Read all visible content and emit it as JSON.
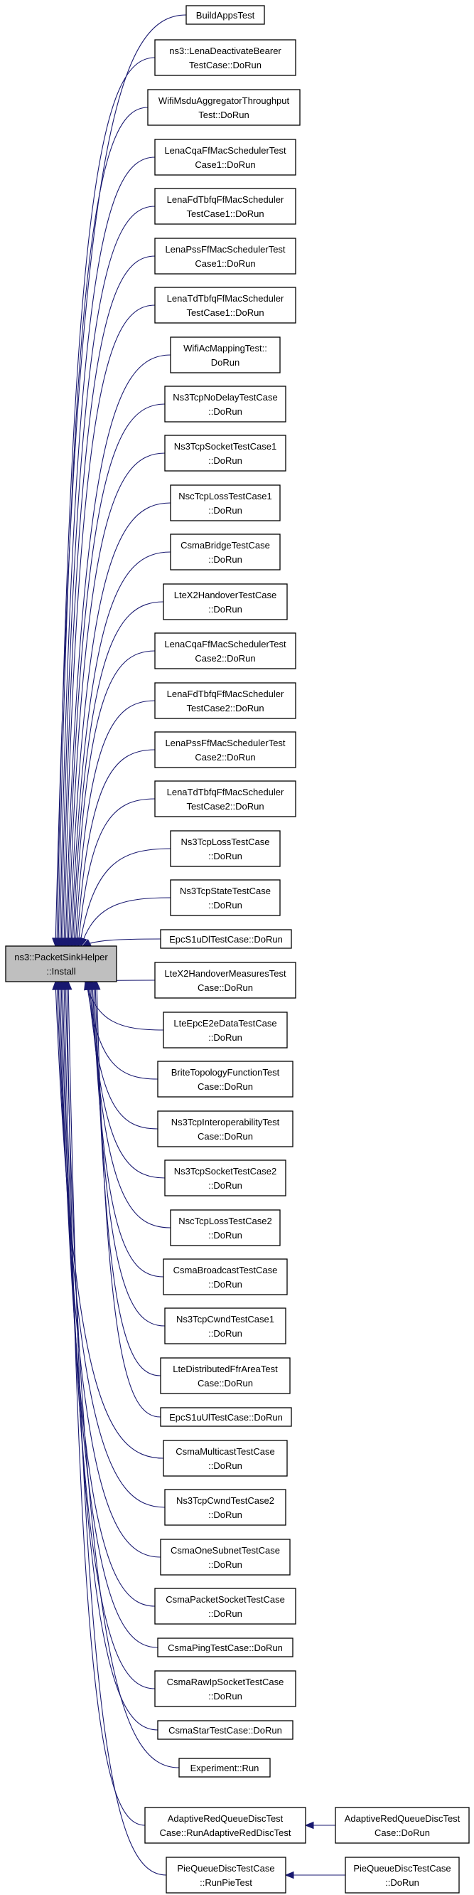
{
  "diagram": {
    "root": {
      "id": "root",
      "lines": [
        "ns3::PacketSinkHelper",
        "::Install"
      ]
    },
    "callers": [
      {
        "id": "n1",
        "lines": [
          "BuildAppsTest"
        ]
      },
      {
        "id": "n2",
        "lines": [
          "ns3::LenaDeactivateBearer",
          "TestCase::DoRun"
        ]
      },
      {
        "id": "n3",
        "lines": [
          "WifiMsduAggregatorThroughput",
          "Test::DoRun"
        ]
      },
      {
        "id": "n4",
        "lines": [
          "LenaCqaFfMacSchedulerTest",
          "Case1::DoRun"
        ]
      },
      {
        "id": "n5",
        "lines": [
          "LenaFdTbfqFfMacScheduler",
          "TestCase1::DoRun"
        ]
      },
      {
        "id": "n6",
        "lines": [
          "LenaPssFfMacSchedulerTest",
          "Case1::DoRun"
        ]
      },
      {
        "id": "n7",
        "lines": [
          "LenaTdTbfqFfMacScheduler",
          "TestCase1::DoRun"
        ]
      },
      {
        "id": "n8",
        "lines": [
          "WifiAcMappingTest::",
          "DoRun"
        ]
      },
      {
        "id": "n9",
        "lines": [
          "Ns3TcpNoDelayTestCase",
          "::DoRun"
        ]
      },
      {
        "id": "n10",
        "lines": [
          "Ns3TcpSocketTestCase1",
          "::DoRun"
        ]
      },
      {
        "id": "n11",
        "lines": [
          "NscTcpLossTestCase1",
          "::DoRun"
        ]
      },
      {
        "id": "n12",
        "lines": [
          "CsmaBridgeTestCase",
          "::DoRun"
        ]
      },
      {
        "id": "n13",
        "lines": [
          "LteX2HandoverTestCase",
          "::DoRun"
        ]
      },
      {
        "id": "n14",
        "lines": [
          "LenaCqaFfMacSchedulerTest",
          "Case2::DoRun"
        ]
      },
      {
        "id": "n15",
        "lines": [
          "LenaFdTbfqFfMacScheduler",
          "TestCase2::DoRun"
        ]
      },
      {
        "id": "n16",
        "lines": [
          "LenaPssFfMacSchedulerTest",
          "Case2::DoRun"
        ]
      },
      {
        "id": "n17",
        "lines": [
          "LenaTdTbfqFfMacScheduler",
          "TestCase2::DoRun"
        ]
      },
      {
        "id": "n18",
        "lines": [
          "Ns3TcpLossTestCase",
          "::DoRun"
        ]
      },
      {
        "id": "n19",
        "lines": [
          "Ns3TcpStateTestCase",
          "::DoRun"
        ]
      },
      {
        "id": "n20",
        "lines": [
          "EpcS1uDlTestCase::DoRun"
        ]
      },
      {
        "id": "n21",
        "lines": [
          "LteX2HandoverMeasuresTest",
          "Case::DoRun"
        ]
      },
      {
        "id": "n22",
        "lines": [
          "LteEpcE2eDataTestCase",
          "::DoRun"
        ]
      },
      {
        "id": "n23",
        "lines": [
          "BriteTopologyFunctionTest",
          "Case::DoRun"
        ]
      },
      {
        "id": "n24",
        "lines": [
          "Ns3TcpInteroperabilityTest",
          "Case::DoRun"
        ]
      },
      {
        "id": "n25",
        "lines": [
          "Ns3TcpSocketTestCase2",
          "::DoRun"
        ]
      },
      {
        "id": "n26",
        "lines": [
          "NscTcpLossTestCase2",
          "::DoRun"
        ]
      },
      {
        "id": "n27",
        "lines": [
          "CsmaBroadcastTestCase",
          "::DoRun"
        ]
      },
      {
        "id": "n28",
        "lines": [
          "Ns3TcpCwndTestCase1",
          "::DoRun"
        ]
      },
      {
        "id": "n29",
        "lines": [
          "LteDistributedFfrAreaTest",
          "Case::DoRun"
        ]
      },
      {
        "id": "n30",
        "lines": [
          "EpcS1uUlTestCase::DoRun"
        ]
      },
      {
        "id": "n31",
        "lines": [
          "CsmaMulticastTestCase",
          "::DoRun"
        ]
      },
      {
        "id": "n32",
        "lines": [
          "Ns3TcpCwndTestCase2",
          "::DoRun"
        ]
      },
      {
        "id": "n33",
        "lines": [
          "CsmaOneSubnetTestCase",
          "::DoRun"
        ]
      },
      {
        "id": "n34",
        "lines": [
          "CsmaPacketSocketTestCase",
          "::DoRun"
        ]
      },
      {
        "id": "n35",
        "lines": [
          "CsmaPingTestCase::DoRun"
        ]
      },
      {
        "id": "n36",
        "lines": [
          "CsmaRawIpSocketTestCase",
          "::DoRun"
        ]
      },
      {
        "id": "n37",
        "lines": [
          "CsmaStarTestCase::DoRun"
        ]
      },
      {
        "id": "n38",
        "lines": [
          "Experiment::Run"
        ]
      },
      {
        "id": "n39",
        "lines": [
          "AdaptiveRedQueueDiscTest",
          "Case::RunAdaptiveRedDiscTest"
        ]
      },
      {
        "id": "n40",
        "lines": [
          "PieQueueDiscTestCase",
          "::RunPieTest"
        ]
      }
    ],
    "secondary": [
      {
        "id": "s1",
        "lines": [
          "AdaptiveRedQueueDiscTest",
          "Case::DoRun"
        ],
        "calls": "n39"
      },
      {
        "id": "s2",
        "lines": [
          "PieQueueDiscTestCase",
          "::DoRun"
        ],
        "calls": "n40"
      }
    ],
    "colors": {
      "edge": "#191970",
      "root_fill": "#bfbfbf",
      "node_fill": "#ffffff",
      "border": "#000000"
    }
  }
}
